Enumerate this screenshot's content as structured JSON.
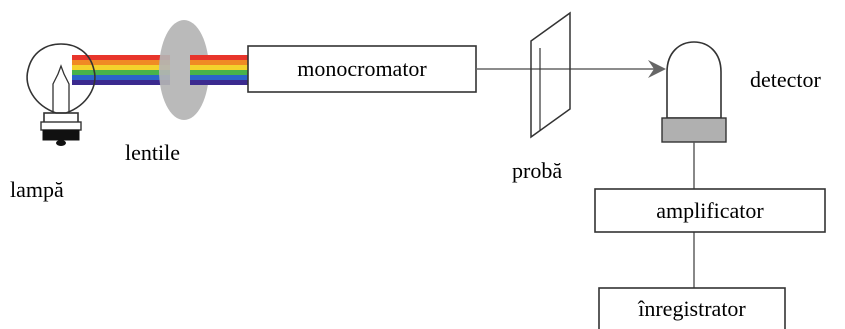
{
  "diagram": {
    "labels": {
      "lamp": "lampă",
      "lens": "lentile",
      "monochromator": "monocromator",
      "sample": "probă",
      "detector": "detector",
      "amplifier": "amplificator",
      "recorder": "înregistrator"
    },
    "spectrum_colors": [
      "#e8352b",
      "#f08a24",
      "#f4d22c",
      "#48b24a",
      "#2b63c9",
      "#3b2a8f"
    ],
    "colors": {
      "lens": "#b4b4b4",
      "detector_base": "#b0b0b0",
      "lines": "#555555",
      "lamp_outline": "#333333"
    },
    "icons": [
      "light-bulb-icon",
      "lens-icon",
      "sample-cuvette-icon",
      "detector-icon",
      "arrow-icon"
    ]
  }
}
